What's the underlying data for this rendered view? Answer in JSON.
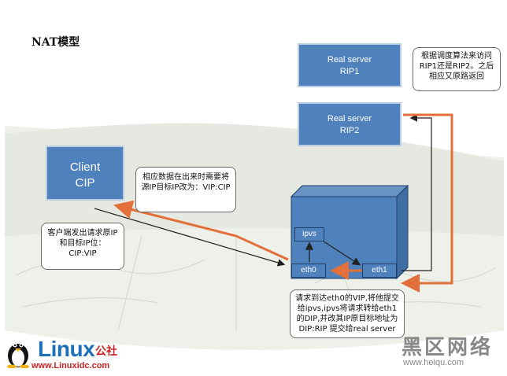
{
  "title": "NAT模型",
  "real_server_1": {
    "line1": "Real server",
    "line2": "RIP1"
  },
  "real_server_2": {
    "line1": "Real server",
    "line2": "RIP2"
  },
  "client": {
    "line1": "Client",
    "line2": "CIP"
  },
  "ipvs_label": "ipvs",
  "eth0_label": "eth0",
  "eth1_label": "eth1",
  "notes": {
    "scheduler": "根据调度算法来访问RIP1还是RIP2。之后相应又原路返回",
    "response": "相应数据在出来时需要将源IP目标IP改为：VIP:CIP",
    "client_request": "客户端发出请求原IP和目标IP位：CIP:VIP",
    "director": "请求到达eth0的VIP,将他提交给ipvs,ipvs将请求转给eth1的DIP,并改其IP原目标地址为DIP:RIP 提交给real server"
  },
  "logo": {
    "text": "Linux",
    "cn": "公社",
    "url": "www.Linuxidc.com"
  },
  "watermark": {
    "cn": "黑区网络",
    "url": "www.heiqu.com"
  },
  "colors": {
    "node_fill": "#4f81bd",
    "node_border": "#b9cde5",
    "arrow_orange": "#e2703a",
    "arrow_dark": "#222222"
  },
  "icons": [
    "tux-penguin-icon"
  ]
}
